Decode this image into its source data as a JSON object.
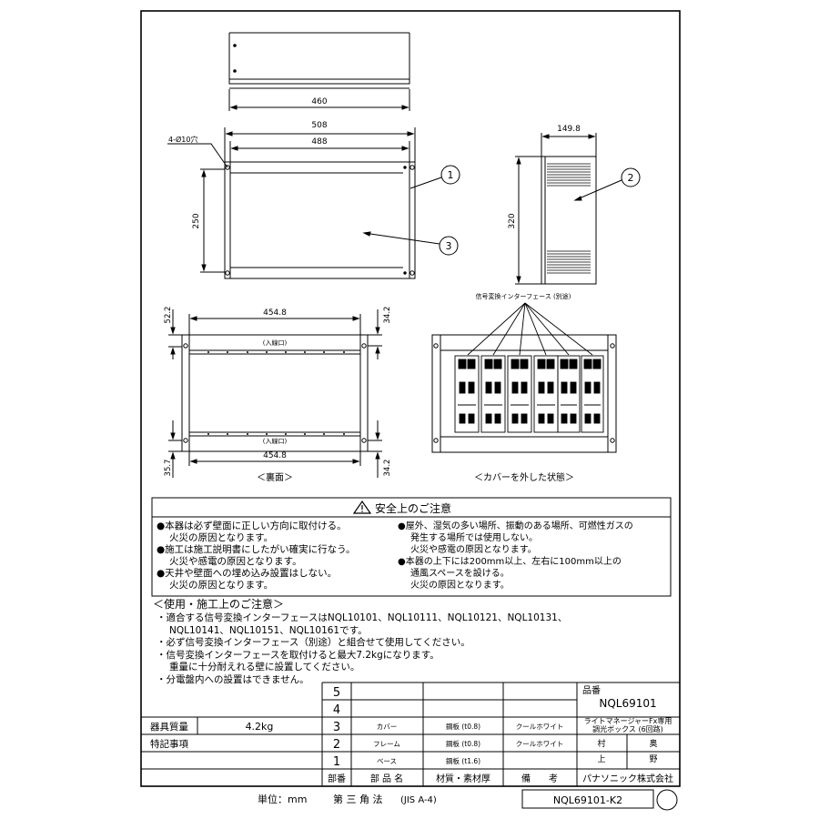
{
  "drawing": {
    "top_view": {
      "dim_width": "460"
    },
    "front_view": {
      "dim_overall": "508",
      "dim_inner": "488",
      "dim_height": "250",
      "hole_note": "4-Ø10穴",
      "callout_frame": "1",
      "callout_base": "3"
    },
    "side_view": {
      "dim_depth": "149.8",
      "dim_height": "320",
      "callout_cover": "2"
    },
    "back_view": {
      "dim_top": "454.8",
      "dim_bottom": "454.8",
      "dim_left_top": "52.2",
      "dim_left_bottom": "35.7",
      "dim_right_top": "34.2",
      "dim_right_bottom": "34.2",
      "inlet_top": "(入線口)",
      "inlet_bottom": "(入線口)",
      "caption": "＜裏面＞"
    },
    "open_view": {
      "label_interface": "信号変換インターフェース (別途)",
      "caption": "＜カバーを外した状態＞"
    }
  },
  "safety": {
    "title": "安全上のご注意",
    "left": [
      {
        "text": "●本器は必ず壁面に正しい方向に取付ける。",
        "indent": false
      },
      {
        "text": "火災の原因となります。",
        "indent": true
      },
      {
        "text": "●施工は施工説明書にしたがい確実に行なう。",
        "indent": false
      },
      {
        "text": "火災や感電の原因となります。",
        "indent": true
      },
      {
        "text": "●天井や壁面への埋め込み設置はしない。",
        "indent": false
      },
      {
        "text": "火災の原因となります。",
        "indent": true
      }
    ],
    "right": [
      {
        "text": "●屋外、湿気の多い場所、振動のある場所、可燃性ガスの",
        "indent": false
      },
      {
        "text": "発生する場所では使用しない。",
        "indent": true
      },
      {
        "text": "火災や感電の原因となります。",
        "indent": true
      },
      {
        "text": "●本器の上下には200mm以上、左右に100mm以上の",
        "indent": false
      },
      {
        "text": "通風スペースを設ける。",
        "indent": true
      },
      {
        "text": "火災の原因となります。",
        "indent": true
      }
    ]
  },
  "usage": {
    "title": "＜使用・施工上のご注意＞",
    "lines": [
      {
        "text": "・適合する信号変換インターフェースはNQL10101、NQL10111、NQL10121、NQL10131、",
        "indent": false
      },
      {
        "text": "NQL10141、NQL10151、NQL10161です。",
        "indent": true
      },
      {
        "text": "・必ず信号変換インターフェース（別途）と組合せて使用してください。",
        "indent": false
      },
      {
        "text": "・信号変換インターフェースを取付けると最大7.2kgになります。",
        "indent": false
      },
      {
        "text": "重量に十分耐えれる壁に設置してください。",
        "indent": true
      },
      {
        "text": "・分電盤内への設置はできません。",
        "indent": false
      }
    ]
  },
  "title_block": {
    "rows": [
      "5",
      "4",
      "3",
      "2",
      "1"
    ],
    "parts": [
      {
        "no": "3",
        "name": "カバー",
        "material": "鋼板 (t0.8)",
        "note": "クールホワイト"
      },
      {
        "no": "2",
        "name": "フレーム",
        "material": "鋼板 (t0.8)",
        "note": "クールホワイト"
      },
      {
        "no": "1",
        "name": "ベース",
        "material": "鋼板 (t1.6)",
        "note": ""
      }
    ],
    "header": {
      "no": "部番",
      "name": "部 品 名",
      "material": "材質・素材厚",
      "note": "備　　考"
    },
    "weight_label": "器具質量",
    "weight_value": "4.2kg",
    "special_label": "特記事項",
    "model_label": "品番",
    "model_number": "NQL69101",
    "product_line1": "ライトマネージャーFx専用",
    "product_line2": "調光ボックス (6回路)",
    "approver1": "村",
    "approver2": "上",
    "checker1": "奥",
    "checker2": "野",
    "company": "パナソニック株式会社"
  },
  "footer": {
    "unit": "単位：mm",
    "projection": "第 三 角 法",
    "standard": "(JIS A-4)",
    "drawing_number": "NQL69101-K2"
  }
}
